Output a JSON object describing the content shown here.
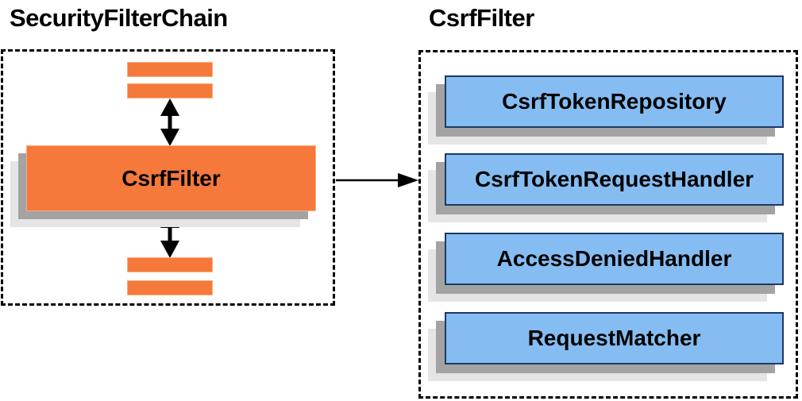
{
  "left_panel": {
    "title": "SecurityFilterChain",
    "filter_card": {
      "label": "CsrfFilter"
    }
  },
  "right_panel": {
    "title": "CsrfFilter",
    "components": [
      {
        "label": "CsrfTokenRepository"
      },
      {
        "label": "CsrfTokenRequestHandler"
      },
      {
        "label": "AccessDeniedHandler"
      },
      {
        "label": "RequestMatcher"
      }
    ]
  },
  "colors": {
    "orange": "#F5793B",
    "orange_border": "#F9AE7E",
    "blue": "#85BDF2",
    "blue_border": "#1F3864",
    "shadow_dark": "#A3A3A3",
    "shadow_light": "#E5E5E5",
    "ink": "#000000"
  }
}
